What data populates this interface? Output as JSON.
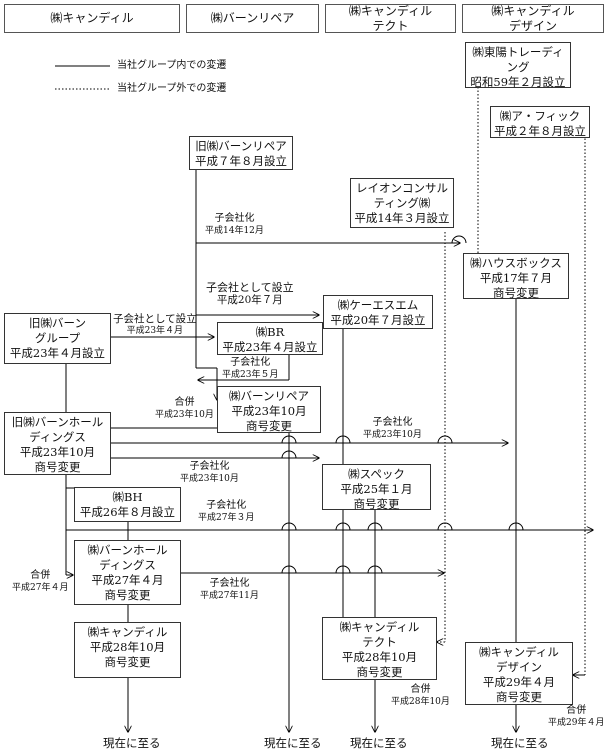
{
  "columns": [
    {
      "lines": [
        "㈱キャンディル"
      ]
    },
    {
      "lines": [
        "㈱バーンリペア"
      ]
    },
    {
      "lines": [
        "㈱キャンディル",
        "テクト"
      ]
    },
    {
      "lines": [
        "㈱キャンディル",
        "デザイン"
      ]
    }
  ],
  "legend": {
    "internal": "当社グループ内での変遷",
    "external": "当社グループ外での変遷"
  },
  "boxes": {
    "toyo": [
      "㈱東陽トレーディ",
      "ング",
      "昭和59年２月設立"
    ],
    "afick": [
      "㈱ア・フィック",
      "平成２年８月設立"
    ],
    "old_barn": [
      "旧㈱バーンリペア",
      "平成７年８月設立"
    ],
    "leon": [
      "レイオンコンサル",
      "ティング㈱",
      "平成14年３月設立"
    ],
    "housebox": [
      "㈱ハウスボックス",
      "平成17年７月",
      "商号変更"
    ],
    "keesem": [
      "㈱ケーエスエム",
      "平成20年７月設立"
    ],
    "old_group": [
      "旧㈱バーン",
      "グループ",
      "平成23年４月設立"
    ],
    "br": [
      "㈱BR",
      "平成23年４月設立"
    ],
    "barn2011": [
      "㈱バーンリペア",
      "平成23年10月",
      "商号変更"
    ],
    "old_hold": [
      "旧㈱バーンホール",
      "ディングス",
      "平成23年10月",
      "商号変更"
    ],
    "speck": [
      "㈱スペック",
      "平成25年１月",
      "商号変更"
    ],
    "bh": [
      "㈱BH",
      "平成26年８月設立"
    ],
    "hold2015": [
      "㈱バーンホール",
      "ディングス",
      "平成27年４月",
      "商号変更"
    ],
    "candeal": [
      "㈱キャンディル",
      "平成28年10月",
      "商号変更"
    ],
    "tect": [
      "㈱キャンディル",
      "テクト",
      "平成28年10月",
      "商号変更"
    ],
    "design": [
      "㈱キャンディル",
      "デザイン",
      "平成29年４月",
      "商号変更"
    ]
  },
  "labels": {
    "l1": [
      "子会社化",
      "平成14年12月"
    ],
    "l2": [
      "子会社として設立",
      "平成20年７月"
    ],
    "l3": [
      "子会社として設立",
      "平成23年４月"
    ],
    "l4": [
      "子会社化",
      "平成23年５月"
    ],
    "l5": [
      "合併",
      "平成23年10月"
    ],
    "l6": [
      "子会社化",
      "平成23年10月"
    ],
    "l7": [
      "子会社化",
      "平成23年10月"
    ],
    "l8": [
      "子会社化",
      "平成27年３月"
    ],
    "l9": [
      "合併",
      "平成27年４月"
    ],
    "l10": [
      "子会社化",
      "平成27年11月"
    ],
    "l11": [
      "合併",
      "平成28年10月"
    ],
    "l12": [
      "合併",
      "平成29年４月"
    ]
  },
  "present": "現在に至る"
}
